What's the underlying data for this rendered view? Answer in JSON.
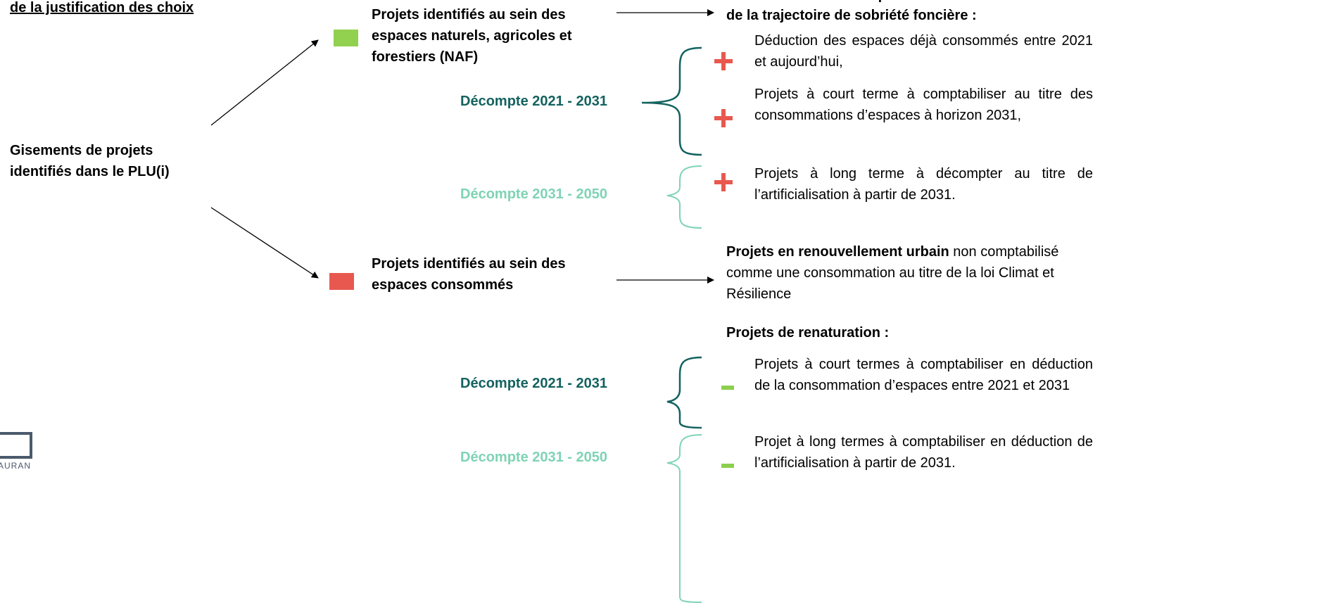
{
  "header": {
    "left_title": "de la justification des choix",
    "top_right_line1": "Les consommations à prendre en considération",
    "top_right_line2": "de la trajectoire de sobriété foncière :"
  },
  "root": {
    "label": "Gisements de projets identifiés dans le PLU(i)"
  },
  "naf_branch": {
    "label": "Projets identifiés au sein des espaces naturels, agricoles et forestiers (NAF)",
    "square_color": "#92d050",
    "items": [
      "Déduction des espaces déjà consommés entre 2021 et aujourd’hui,",
      "Projets à court terme à comptabiliser au titre des consommations d’espaces à horizon 2031,",
      "Projets à long terme à décompter au titre de l’artificialisation à partir de 2031."
    ]
  },
  "consumed_branch": {
    "label": "Projets identifiés au sein des espaces consommés",
    "square_color": "#e8584f",
    "renewal_bold": "Projets en renouvellement urbain",
    "renewal_rest": " non comptabilisé comme une consommation au titre de la loi Climat et Résilience",
    "renaturation_title": "Projets de renaturation :",
    "renaturation_items": [
      "Projets à court termes à comptabiliser en déduction de la consommation d’espaces entre 2021 et 2031",
      "Projet à long termes à comptabiliser en déduction de l’artificialisation à partir de 2031."
    ]
  },
  "decomptes": {
    "short": "Décompte 2021 - 2031",
    "long": "Décompte 2031 - 2050"
  },
  "colors": {
    "dark_teal": "#13625f",
    "light_teal": "#7fd3b5",
    "plus_red": "#e8584f",
    "minus_green": "#8ccf4d"
  },
  "logo": {
    "text": "AURAN"
  }
}
